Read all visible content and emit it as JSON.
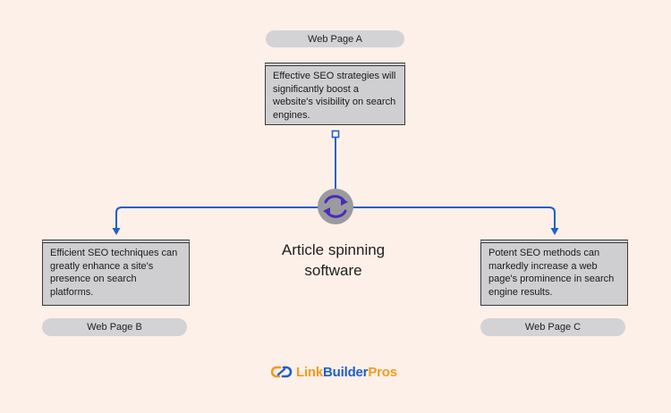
{
  "pages": {
    "a": {
      "label": "Web Page A",
      "text": "Effective SEO strategies will significantly boost a website's visibility on search engines."
    },
    "b": {
      "label": "Web Page B",
      "text": "Efficient SEO techniques can greatly enhance a site's presence on search platforms."
    },
    "c": {
      "label": "Web Page C",
      "text": "Potent SEO methods can markedly increase a web page's prominence in search engine results."
    }
  },
  "center": {
    "label_line1": "Article spinning",
    "label_line2": "software",
    "icon": "sync-icon"
  },
  "brand": {
    "link": "Link",
    "builder": "Builder",
    "pros": "Pros",
    "icon": "link-chain-icon"
  },
  "colors": {
    "background": "#fdf0e9",
    "connector": "#1f5fc9",
    "accent": "#f39a1f",
    "card": "#cfcfd2",
    "icon": "#4a2bb8"
  }
}
